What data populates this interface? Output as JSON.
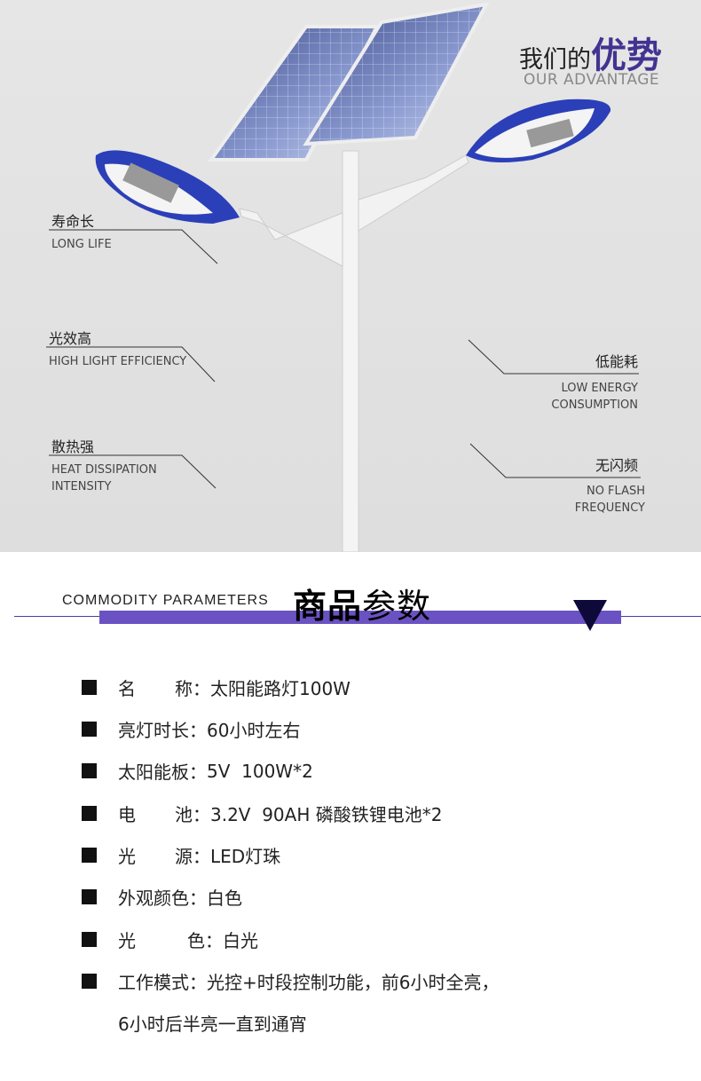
{
  "hero": {
    "title_cn_light": "我们的",
    "title_cn_bold": "优势",
    "title_en": "OUR ADVANTAGE",
    "callouts": [
      {
        "cn": "寿命长",
        "en": [
          "LONG LIFE"
        ]
      },
      {
        "cn": "光效高",
        "en": [
          "HIGH LIGHT EFFICIENCY"
        ]
      },
      {
        "cn": "散热强",
        "en": [
          "HEAT DISSIPATION",
          "INTENSITY"
        ]
      },
      {
        "cn": "低能耗",
        "en": [
          "LOW ENERGY",
          "CONSUMPTION"
        ]
      },
      {
        "cn": "无闪频",
        "en": [
          "NO FLASH",
          "FREQUENCY"
        ]
      }
    ]
  },
  "params": {
    "title_en": "COMMODITY PARAMETERS",
    "title_cn_bold": "商品",
    "title_cn_light": "参数",
    "rows": [
      {
        "label_a": "名",
        "label_b": "称",
        "value": "太阳能路灯100W"
      },
      {
        "label": "亮灯时长",
        "value": "60小时左右"
      },
      {
        "label": "太阳能板",
        "value": "5V  100W*2"
      },
      {
        "label_a": "电",
        "label_b": "池",
        "value": "3.2V  90AH 磷酸铁锂电池*2"
      },
      {
        "label_a": "光",
        "label_b": "源",
        "value": "LED灯珠"
      },
      {
        "label": "外观颜色",
        "value": "白色"
      },
      {
        "label_a": "光",
        "label_b": "色",
        "value": "白光"
      },
      {
        "label": "工作模式",
        "value": "光控+时段控制功能，前6小时全亮，"
      },
      {
        "continuation": "6小时后半亮一直到通宵"
      }
    ],
    "colon": "："
  },
  "colors": {
    "accent": "#433391",
    "bar": "#6a52c2",
    "triangle": "#0d0a3a"
  }
}
